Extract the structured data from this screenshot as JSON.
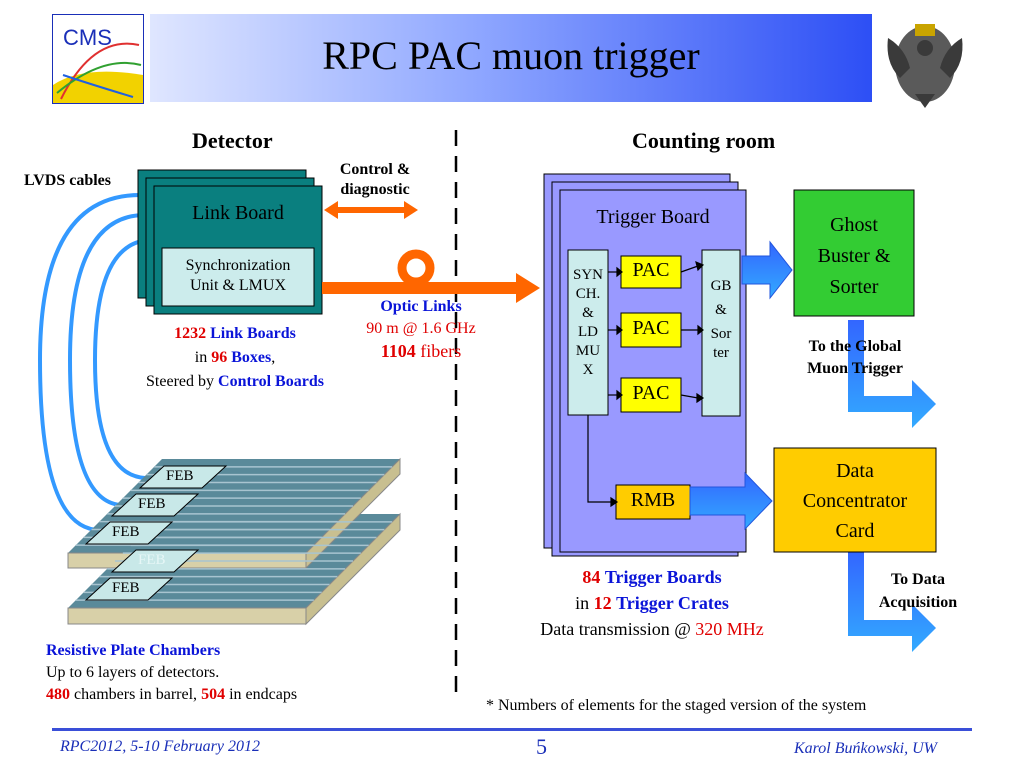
{
  "title": "RPC PAC muon trigger",
  "logos": {
    "left": "CMS",
    "right": "crest"
  },
  "detector": {
    "heading": "Detector",
    "lvds": "LVDS cables",
    "control": [
      "Control &",
      "diagnostic"
    ],
    "link_board": "Link Board",
    "sync_unit": [
      "Synchronization",
      "Unit & LMUX"
    ],
    "link_stats": {
      "n_boards": "1232",
      "boards_label": "Link Boards",
      "in": "in",
      "n_boxes": "96",
      "boxes_label": "Boxes",
      "comma": ",",
      "steered": "Steered by",
      "control_boards": "Control Boards"
    },
    "feb": "FEB",
    "chambers": {
      "title": "Resistive Plate Chambers",
      "layers": "Up to 6 layers of detectors.",
      "n_barrel": "480",
      "barrel_text": "chambers in barrel,",
      "n_endcap": "504",
      "endcap_text": "in endcaps"
    }
  },
  "optic": {
    "title": "Optic Links",
    "speed": "90 m @ 1.6 GHz",
    "n_fibers": "1104",
    "fibers": "fibers"
  },
  "counting": {
    "heading": "Counting room",
    "trigger_board": "Trigger Board",
    "syncmux": [
      "SYN",
      "CH.",
      "&",
      "LD",
      "MU",
      "X"
    ],
    "pac": "PAC",
    "gb": [
      "GB",
      "&",
      "Sor",
      "ter"
    ],
    "rmb": "RMB",
    "ghost": [
      "Ghost",
      "Buster &",
      "Sorter"
    ],
    "to_gmt": [
      "To the Global",
      "Muon Trigger"
    ],
    "dcc": [
      "Data",
      "Concentrator",
      "Card"
    ],
    "to_daq": [
      "To Data",
      "Acquisition"
    ],
    "stats": {
      "n_boards": "84",
      "boards_label": "Trigger Boards",
      "in": "in",
      "n_crates": "12",
      "crates_label": "Trigger Crates",
      "transmission": "Data transmission @",
      "rate": "320 MHz"
    }
  },
  "note": "* Numbers of elements for the staged version of the system",
  "footer": {
    "conference": "RPC2012, 5-10 February 2012",
    "page": "5",
    "author": "Karol Buńkowski, UW"
  },
  "colors": {
    "teal": "#0a7f7f",
    "board_purple": "#9999ff",
    "pac_yellow": "#ffff00",
    "ghost_green": "#33cc33",
    "dcc_orange": "#ffcc00",
    "cable_blue": "#3399ff",
    "optic_orange": "#ff6600"
  }
}
